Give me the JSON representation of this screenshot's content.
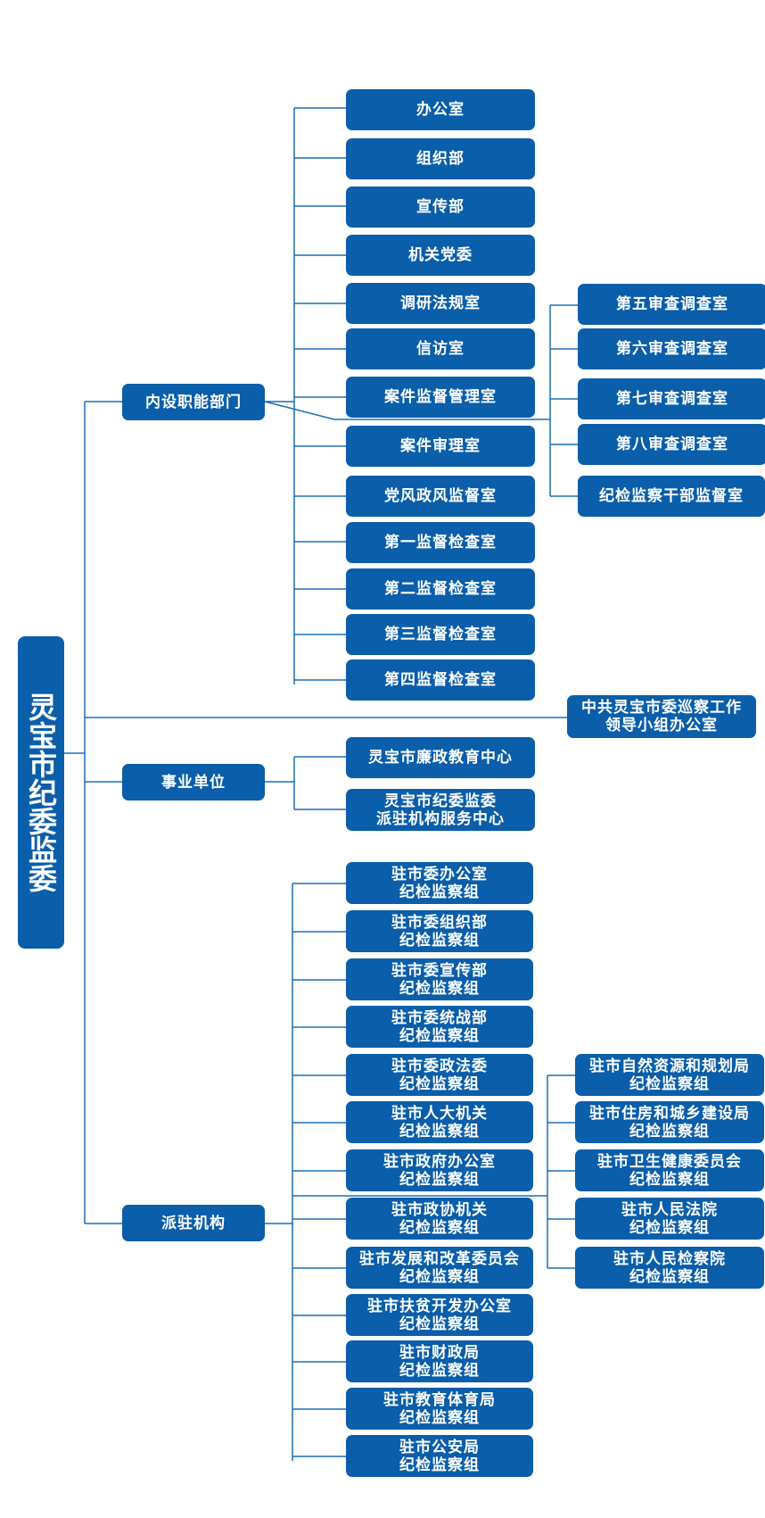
{
  "colors": {
    "box": "#0a5eaa",
    "line": "#1a6fb8",
    "text": "#ffffff"
  },
  "root": {
    "label": "灵宝市纪委监委"
  },
  "branches": {
    "internal": {
      "label": "内设职能部门"
    },
    "public": {
      "label": "事业单位"
    },
    "stationed": {
      "label": "派驻机构"
    }
  },
  "internal_departments": [
    "办公室",
    "组织部",
    "宣传部",
    "机关党委",
    "调研法规室",
    "信访室",
    "案件监督管理室",
    "案件审理室",
    "党风政风监督室",
    "第一监督检查室",
    "第二监督检查室",
    "第三监督检查室",
    "第四监督检查室"
  ],
  "review_offices": [
    "第五审查调查室",
    "第六审查调查室",
    "第七审查调查室",
    "第八审查调查室",
    "纪检监察干部监督室"
  ],
  "inspection_office": {
    "line1": "中共灵宝市委巡察工作",
    "line2": "领导小组办公室"
  },
  "public_institutions": [
    {
      "line1": "灵宝市廉政教育中心",
      "line2": ""
    },
    {
      "line1": "灵宝市纪委监委",
      "line2": "派驻机构服务中心"
    }
  ],
  "stationed_groups": [
    {
      "line1": "驻市委办公室",
      "line2": "纪检监察组"
    },
    {
      "line1": "驻市委组织部",
      "line2": "纪检监察组"
    },
    {
      "line1": "驻市委宣传部",
      "line2": "纪检监察组"
    },
    {
      "line1": "驻市委统战部",
      "line2": "纪检监察组"
    },
    {
      "line1": "驻市委政法委",
      "line2": "纪检监察组"
    },
    {
      "line1": "驻市人大机关",
      "line2": "纪检监察组"
    },
    {
      "line1": "驻市政府办公室",
      "line2": "纪检监察组"
    },
    {
      "line1": "驻市政协机关",
      "line2": "纪检监察组"
    },
    {
      "line1": "驻市发展和改革委员会",
      "line2": "纪检监察组"
    },
    {
      "line1": "驻市扶贫开发办公室",
      "line2": "纪检监察组"
    },
    {
      "line1": "驻市财政局",
      "line2": "纪检监察组"
    },
    {
      "line1": "驻市教育体育局",
      "line2": "纪检监察组"
    },
    {
      "line1": "驻市公安局",
      "line2": "纪检监察组"
    }
  ],
  "stationed_groups_right": [
    {
      "line1": "驻市自然资源和规划局",
      "line2": "纪检监察组"
    },
    {
      "line1": "驻市住房和城乡建设局",
      "line2": "纪检监察组"
    },
    {
      "line1": "驻市卫生健康委员会",
      "line2": "纪检监察组"
    },
    {
      "line1": "驻市人民法院",
      "line2": "纪检监察组"
    },
    {
      "line1": "驻市人民检察院",
      "line2": "纪检监察组"
    }
  ]
}
